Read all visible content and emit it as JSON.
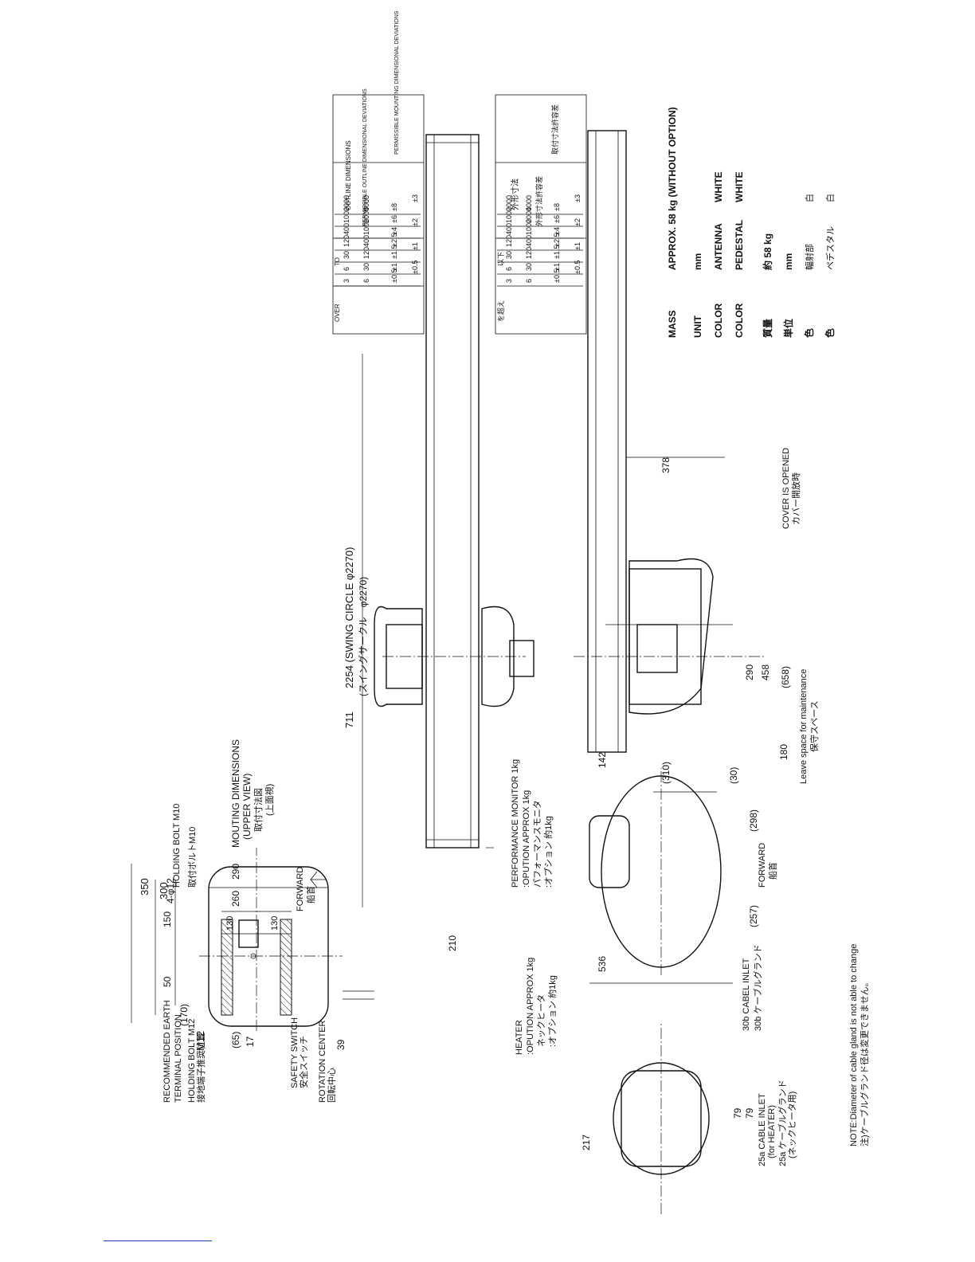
{
  "mounting": {
    "title": "MOUTING DIMENSIONS",
    "subtitle": "(UPPER VIEW)",
    "title_jp": "取付寸法図",
    "subtitle_jp": "(上面視)",
    "bolt_qty": "4-φ12",
    "holding_bolt_m10": "HOLDING BOLT M10",
    "holding_bolt_m10_jp": "取付ボルトM10",
    "earth_1": "RECOMMENDED EARTH",
    "earth_2": "TERMINAL POSITION",
    "holding_bolt_m12": "HOLDING BOLT M12",
    "earth_jp": "接地端子推奨位置",
    "m12": "M12",
    "safety_switch": "SAFETY SWITCH",
    "safety_switch_jp": "安全スイッチ",
    "rotation_center": "ROTATION CENTER",
    "rotation_center_jp": "回転中心",
    "forward": "FORWARD",
    "forward_jp": "船首",
    "dims": {
      "d350": "350",
      "d300": "300",
      "d150": "150",
      "d50": "50",
      "d290": "290",
      "d260": "260",
      "d130a": "130",
      "d130b": "130",
      "d170": "(170)",
      "d65": "(65)",
      "d17": "17",
      "d39": "39"
    }
  },
  "antenna": {
    "d711": "711",
    "swing": "2254 (SWING CIRCLE φ2270)",
    "swing_jp": "(スイングサークル　φ2270)",
    "d210": "210",
    "d536": "536",
    "d257": "(257)",
    "d298": "(298)",
    "d142": "142",
    "d217": "217",
    "d79a": "79",
    "d79b": "79",
    "d310": "(310)",
    "d30": "(30)",
    "d180": "180",
    "d378": "378",
    "d290": "290",
    "d458": "458",
    "d658": "(658)",
    "perf_1": "PERFORMANCE MONITOR 1kg",
    "perf_2": ":OPUTION APPROX 1kg",
    "perf_jp": "パフォーマンスモニタ",
    "perf_jp2": ":オプション 約1kg",
    "heater_1": "HEATER",
    "heater_2": ":OPUTION APPROX 1kg",
    "heater_jp": "ネックヒータ",
    "heater_jp2": ":オプション 約1kg",
    "cable_30b": "30b CABEL INLET",
    "cable_30b_jp": "30b ケーブルグランド",
    "cable_25a_1": "25a CABLE INLET",
    "cable_25a_2": "(for HEATER)",
    "cable_25a_jp": "25a ケーブルグランド",
    "cable_25a_jp2": "(ネックヒータ用)",
    "forward": "FORWARD",
    "forward_jp": "船首",
    "cover": "COVER IS OPENED",
    "cover_jp": "カバー開放時",
    "maint": "Leave space for maintenance",
    "maint_jp": "保守スペース"
  },
  "note": {
    "en": "NOTE:Diameter of cable gland is not able to change",
    "jp": "注)ケーブルグランド径は変更できません。"
  },
  "tables": {
    "en": {
      "h_outline": "OUTLINE DIMENSIONS",
      "h_over": "OVER",
      "h_to": "TO",
      "h_perm_outline": "PERMISSIBLE OUTLINE DIMENSIONAL DEVIATIONS",
      "h_perm_mount": "PERMISSIBLE MOUNTING DIMENSIONAL DEVIATIONS",
      "rows": [
        {
          "over": "3",
          "to": "6",
          "dev": "±0.5"
        },
        {
          "over": "6",
          "to": "30",
          "dev": "±1"
        },
        {
          "over": "30",
          "to": "120",
          "dev": "±1.5"
        },
        {
          "over": "120",
          "to": "400",
          "dev": "±2.5"
        },
        {
          "over": "400",
          "to": "1000",
          "dev": "±4"
        },
        {
          "over": "1000",
          "to": "2000",
          "dev": "±6"
        },
        {
          "over": "2000",
          "to": "4000",
          "dev": "±8"
        }
      ],
      "mount": [
        "±0.5",
        "±1",
        "±2",
        "±3"
      ]
    },
    "jp": {
      "h_outline": "外形寸法",
      "h_over": "を超え",
      "h_to": "以下",
      "h_perm_outline": "外形寸法許容差",
      "h_perm_mount": "取付寸法許容差"
    }
  },
  "spec": {
    "mass_label": "MASS",
    "mass_value": "APPROX. 58 kg (WITHOUT OPTION)",
    "unit_label": "UNIT",
    "unit_value": "mm",
    "color_label1": "COLOR",
    "color_part1": "ANTENNA",
    "color_val1": "WHITE",
    "color_label2": "COLOR",
    "color_part2": "PEDESTAL",
    "color_val2": "WHITE",
    "jp_mass_label": "質量",
    "jp_mass_value": "約 58 kg",
    "jp_unit_label": "単位",
    "jp_unit_value": "mm",
    "jp_color_label1": "色",
    "jp_color_part1": "輻射部",
    "jp_color_val1": "白",
    "jp_color_label2": "色",
    "jp_color_part2": "ペデスタル",
    "jp_color_val2": "白"
  }
}
